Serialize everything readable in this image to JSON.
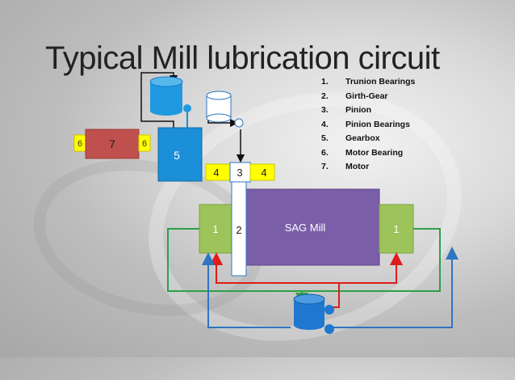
{
  "title": "Typical Mill lubrication circuit",
  "legend": [
    {
      "num": "1.",
      "label": "Trunion Bearings"
    },
    {
      "num": "2.",
      "label": "Girth-Gear"
    },
    {
      "num": "3.",
      "label": "Pinion"
    },
    {
      "num": "4.",
      "label": "Pinion Bearings"
    },
    {
      "num": "5.",
      "label": "Gearbox"
    },
    {
      "num": "6.",
      "label": "Motor Bearing"
    },
    {
      "num": "7.",
      "label": "Motor"
    }
  ],
  "diagram": {
    "mill_label": "SAG Mill",
    "trunnion_left": "1",
    "trunnion_right": "1",
    "girth_gear": "2",
    "pinion": "3",
    "pinion_bearing_left": "4",
    "pinion_bearing_right": "4",
    "gearbox": "5",
    "motor": "7",
    "motor_bearing_left": "6",
    "motor_bearing_right": "6"
  },
  "colors": {
    "mill": "#7b5ea8",
    "trunnion": "#9cc45a",
    "gearbox": "#1b8fd8",
    "motor": "#c0504d",
    "bearing": "#ffff00",
    "supply_line": "#e01b1b",
    "return_line": "#2ea043",
    "blue_line": "#2f75c0",
    "tank": "#1f77d0"
  }
}
